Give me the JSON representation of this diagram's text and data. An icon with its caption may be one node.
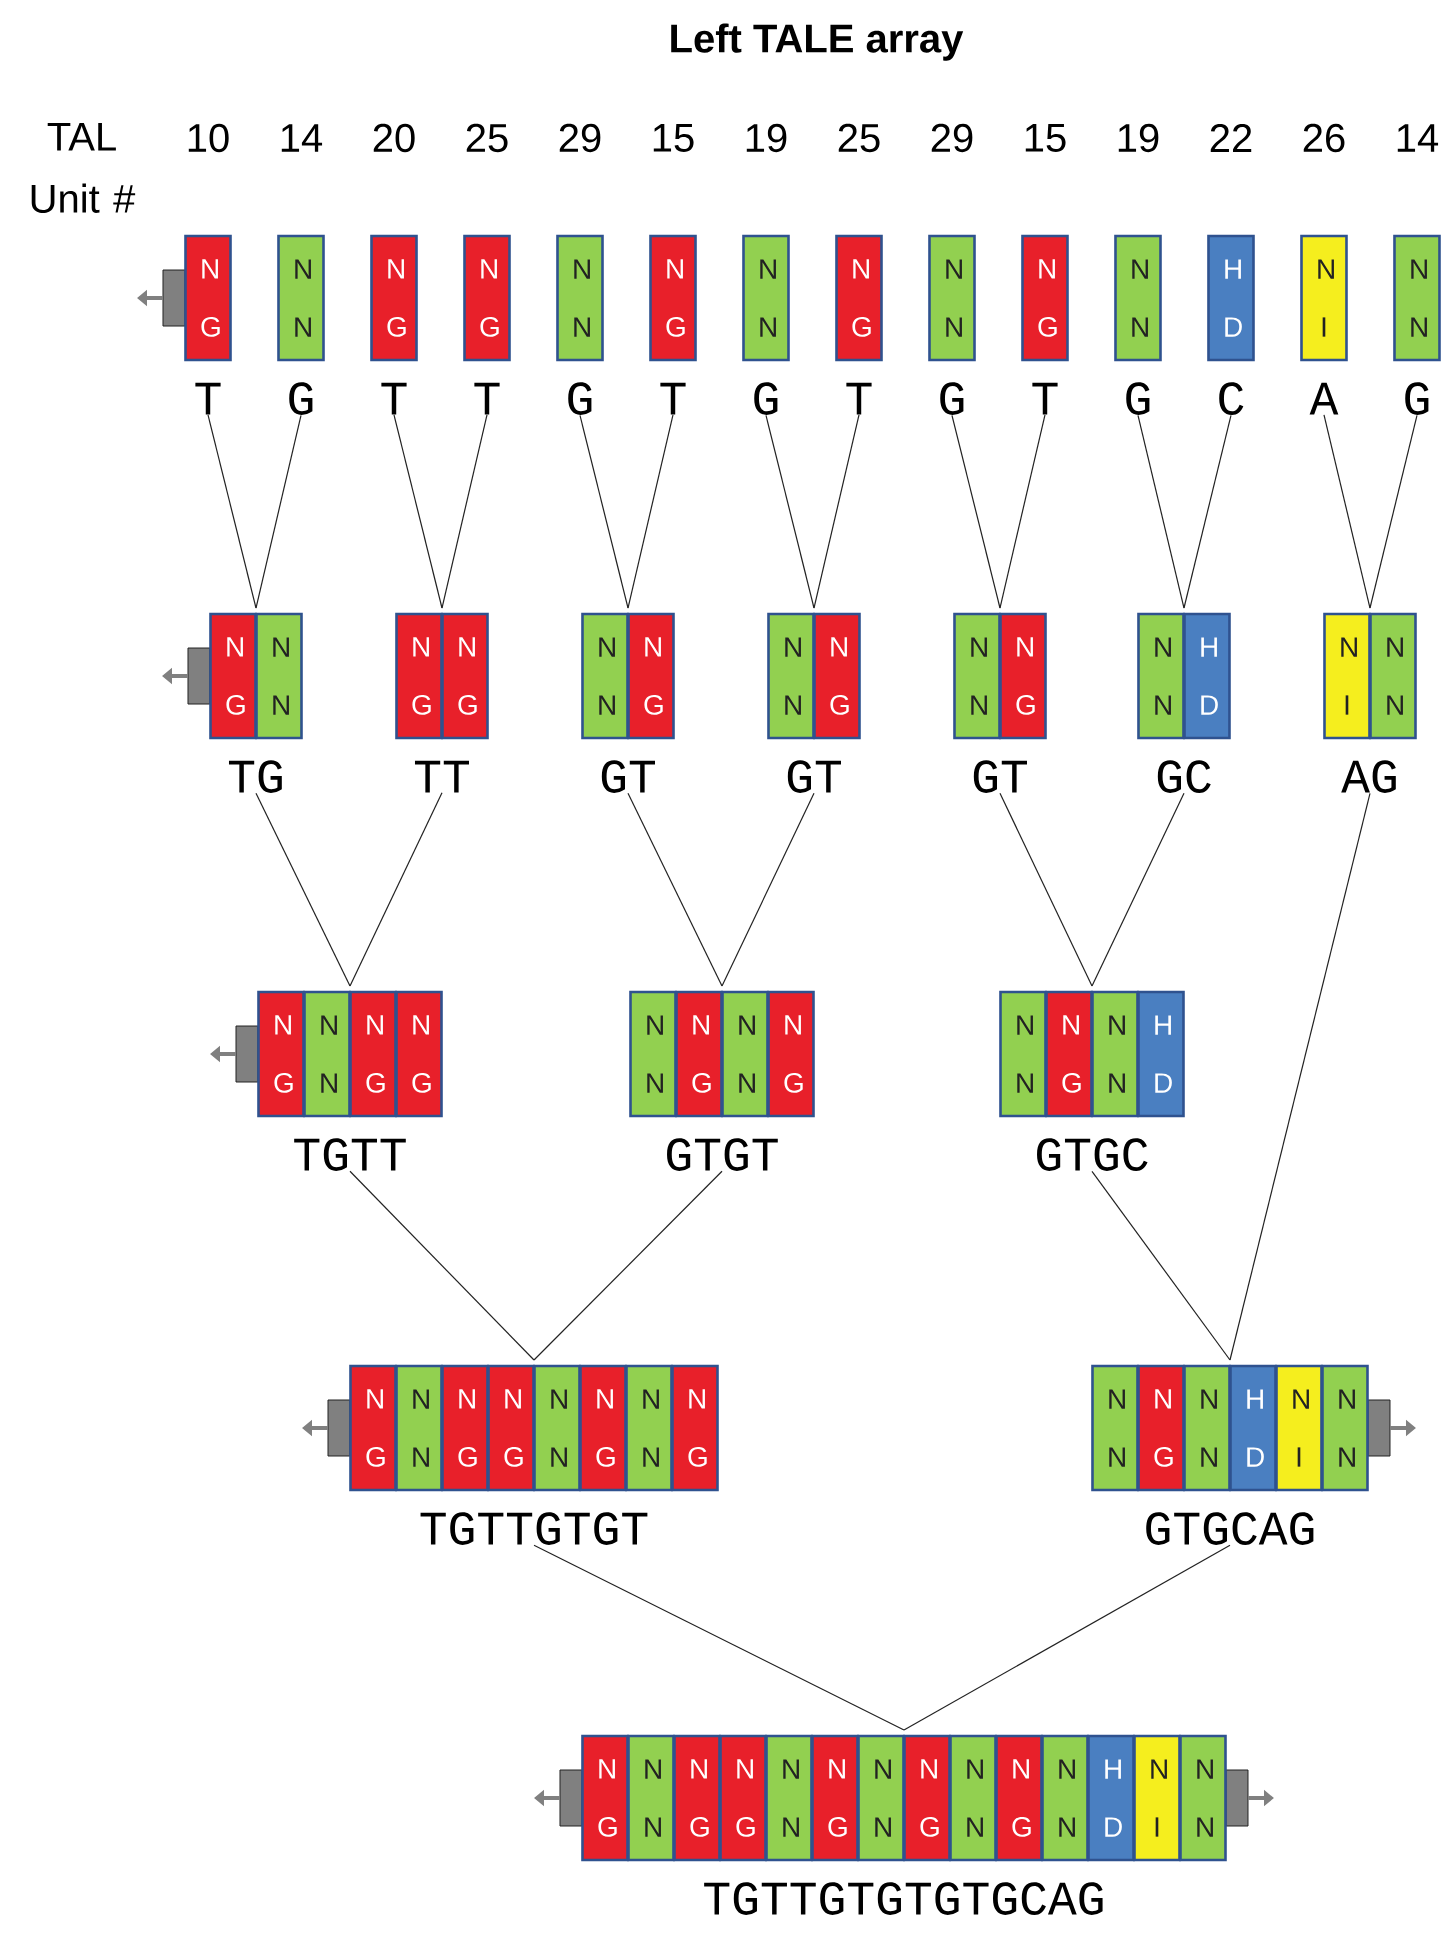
{
  "diagram": {
    "title": "Left TALE array",
    "nodes": [
      {
        "text": [
          "T"
        ]
      },
      {
        "text": [
          "N G"
        ],
        "in": 0
      },
      {
        "text": [
          "G"
        ]
      },
      {
        "text": [
          "N N"
        ],
        "in": 2
      },
      {
        "text": [
          "T"
        ]
      },
      {
        "text": [
          "N G"
        ],
        "in": 4
      },
      {
        "text": [
          "T"
        ]
      },
      {
        "text": [
          "N G"
        ],
        "in": 6
      },
      {
        "text": [
          "G"
        ]
      },
      {
        "text": [
          "N N"
        ],
        "in": 8
      },
      {
        "text": [
          "T"
        ]
      },
      {
        "text": [
          "N G"
        ],
        "in": 10
      },
      {
        "text": [
          "G"
        ]
      },
      {
        "text": [
          "N N"
        ],
        "in": 12
      },
      {
        "text": [
          "T"
        ]
      },
      {
        "text": [
          "N G"
        ],
        "in": 14
      },
      {
        "text": [
          "G"
        ]
      },
      {
        "text": [
          "N N"
        ],
        "in": 16
      },
      {
        "text": [
          "T"
        ]
      },
      {
        "text": [
          "N G"
        ],
        "in": 18
      },
      {
        "text": [
          "G"
        ]
      },
      {
        "text": [
          "N N"
        ],
        "in": 20
      },
      {
        "text": [
          "C"
        ]
      },
      {
        "text": [
          "H D"
        ],
        "in": 22
      },
      {
        "text": [
          "A"
        ]
      },
      {
        "text": [
          "N I"
        ],
        "in": 24
      },
      {
        "text": [
          "G"
        ]
      },
      {
        "text": [
          "N N"
        ],
        "in": 26
      },
      {
        "text": [
          "TG"
        ]
      },
      {
        "text": [
          "N G"
        ],
        "in": 28
      },
      {
        "text": [
          "N N"
        ],
        "in": 28
      },
      {
        "text": [
          "TT"
        ]
      },
      {
        "text": [
          "N G"
        ],
        "in": 31
      },
      {
        "text": [
          "N G"
        ],
        "in": 31
      },
      {
        "text": [
          "GT"
        ]
      },
      {
        "text": [
          "N N"
        ],
        "in": 34
      },
      {
        "text": [
          "N G"
        ],
        "in": 34
      },
      {
        "text": [
          "GT"
        ]
      },
      {
        "text": [
          "N N"
        ],
        "in": 37
      },
      {
        "text": [
          "N G"
        ],
        "in": 37
      },
      {
        "text": [
          "GT"
        ]
      },
      {
        "text": [
          "N N"
        ],
        "in": 40
      },
      {
        "text": [
          "N G"
        ],
        "in": 40
      },
      {
        "text": [
          "GC"
        ]
      },
      {
        "text": [
          "N N"
        ],
        "in": 43
      },
      {
        "text": [
          "H D"
        ],
        "in": 43
      },
      {
        "text": [
          "AG"
        ]
      },
      {
        "text": [
          "N I"
        ],
        "in": 46
      },
      {
        "text": [
          "N N"
        ],
        "in": 46
      },
      {
        "text": [
          "TGTT"
        ]
      },
      {
        "text": [
          "N G"
        ],
        "in": 49
      },
      {
        "text": [
          "N N"
        ],
        "in": 49
      },
      {
        "text": [
          "N G"
        ],
        "in": 49
      },
      {
        "text": [
          "N G"
        ],
        "in": 49
      },
      {
        "text": [
          "GTGT"
        ]
      },
      {
        "text": [
          "N N"
        ],
        "in": 54
      },
      {
        "text": [
          "N G"
        ],
        "in": 54
      },
      {
        "text": [
          "N N"
        ],
        "in": 54
      },
      {
        "text": [
          "N G"
        ],
        "in": 54
      },
      {
        "text": [
          "GTGC"
        ]
      },
      {
        "text": [
          "N N"
        ],
        "in": 59
      },
      {
        "text": [
          "N G"
        ],
        "in": 59
      },
      {
        "text": [
          "N N"
        ],
        "in": 59
      },
      {
        "text": [
          "H D"
        ],
        "in": 59
      },
      {
        "text": [
          "TGTTGTGT"
        ]
      },
      {
        "text": [
          "N G"
        ],
        "in": 64
      },
      {
        "text": [
          "N N"
        ],
        "in": 64
      },
      {
        "text": [
          "N G"
        ],
        "in": 64
      },
      {
        "text": [
          "N G"
        ],
        "in": 64
      },
      {
        "text": [
          "N N"
        ],
        "in": 64
      },
      {
        "text": [
          "N G"
        ],
        "in": 64
      },
      {
        "text": [
          "N N"
        ],
        "in": 64
      },
      {
        "text": [
          "N G"
        ],
        "in": 64
      },
      {
        "text": [
          "GTGCAG"
        ]
      },
      {
        "text": [
          "N N"
        ],
        "in": 73
      },
      {
        "text": [
          "N G"
        ],
        "in": 73
      },
      {
        "text": [
          "N N"
        ],
        "in": 73
      },
      {
        "text": [
          "H D"
        ],
        "in": 73
      },
      {
        "text": [
          "N I"
        ],
        "in": 73
      },
      {
        "text": [
          "N N"
        ],
        "in": 73
      },
      {
        "text": [
          "TGTTGTGTGTGCAG"
        ]
      },
      {
        "text": [
          "N G"
        ],
        "in": 80
      },
      {
        "text": [
          "N N"
        ],
        "in": 80
      },
      {
        "text": [
          "N G"
        ],
        "in": 80
      },
      {
        "text": [
          "N G"
        ],
        "in": 80
      },
      {
        "text": [
          "N N"
        ],
        "in": 80
      },
      {
        "text": [
          "N G"
        ],
        "in": 80
      },
      {
        "text": [
          "N N"
        ],
        "in": 80
      },
      {
        "text": [
          "N G"
        ],
        "in": 80
      },
      {
        "text": [
          "N N"
        ],
        "in": 80
      },
      {
        "text": [
          "N G"
        ],
        "in": 80
      },
      {
        "text": [
          "N N"
        ],
        "in": 80
      },
      {
        "text": [
          "H D"
        ],
        "in": 80
      },
      {
        "text": [
          "N I"
        ],
        "in": 80
      },
      {
        "text": [
          "N N"
        ],
        "in": 80
      }
    ],
    "edges": [
      {
        "from": 0,
        "to": 28,
        "arrow": "none"
      },
      {
        "from": 2,
        "to": 28,
        "arrow": "none"
      },
      {
        "from": 4,
        "to": 31,
        "arrow": "none"
      },
      {
        "from": 6,
        "to": 31,
        "arrow": "none"
      },
      {
        "from": 8,
        "to": 34,
        "arrow": "none"
      },
      {
        "from": 10,
        "to": 34,
        "arrow": "none"
      },
      {
        "from": 12,
        "to": 37,
        "arrow": "none"
      },
      {
        "from": 14,
        "to": 37,
        "arrow": "none"
      },
      {
        "from": 16,
        "to": 40,
        "arrow": "none"
      },
      {
        "from": 18,
        "to": 40,
        "arrow": "none"
      },
      {
        "from": 20,
        "to": 43,
        "arrow": "none"
      },
      {
        "from": 22,
        "to": 43,
        "arrow": "none"
      },
      {
        "from": 24,
        "to": 46,
        "arrow": "none"
      },
      {
        "from": 26,
        "to": 46,
        "arrow": "none"
      },
      {
        "from": 28,
        "to": 49,
        "arrow": "none"
      },
      {
        "from": 31,
        "to": 49,
        "arrow": "none"
      },
      {
        "from": 34,
        "to": 54,
        "arrow": "none"
      },
      {
        "from": 37,
        "to": 54,
        "arrow": "none"
      },
      {
        "from": 40,
        "to": 59,
        "arrow": "none"
      },
      {
        "from": 43,
        "to": 59,
        "arrow": "none"
      },
      {
        "from": 46,
        "to": 73,
        "arrow": "none"
      },
      {
        "from": 49,
        "to": 64,
        "arrow": "none"
      },
      {
        "from": 54,
        "to": 64,
        "arrow": "none"
      },
      {
        "from": 59,
        "to": 73,
        "arrow": "none"
      },
      {
        "from": 64,
        "to": 80,
        "arrow": "none"
      },
      {
        "from": 73,
        "to": 80,
        "arrow": "none"
      }
    ],
    "labels": [
      "TAL Unit #",
      "10",
      "14",
      "20",
      "25",
      "29",
      "15",
      "19",
      "25",
      "29",
      "15",
      "19",
      "22",
      "26",
      "14"
    ]
  }
}
